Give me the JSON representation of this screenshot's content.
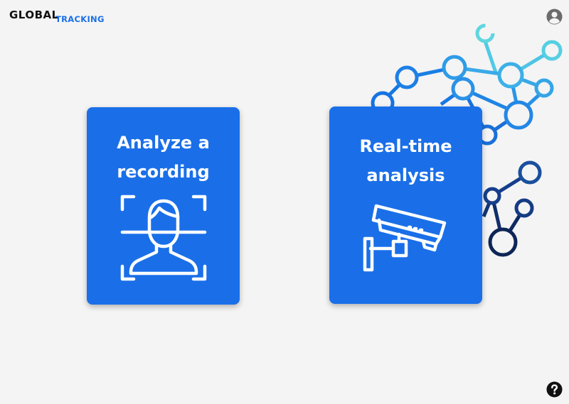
{
  "logo": {
    "primary": "GLOBAL",
    "secondary": "TRACKING"
  },
  "header": {
    "user_icon": "user-avatar-icon"
  },
  "cards": [
    {
      "id": "analyze",
      "title_line1": "Analyze a",
      "title_line2": "recording",
      "icon": "face-scan-icon"
    },
    {
      "id": "realtime",
      "title_line1": "Real-time",
      "title_line2": "analysis",
      "icon": "security-camera-icon"
    }
  ],
  "footer": {
    "help_icon": "help-question-icon"
  },
  "colors": {
    "background": "#f4f4f4",
    "card": "#1a6fe8",
    "accent": "#1a6fe8",
    "network_light": "#4ad1e0",
    "network_mid": "#1e8fe8",
    "network_dark": "#0d2d6b"
  }
}
